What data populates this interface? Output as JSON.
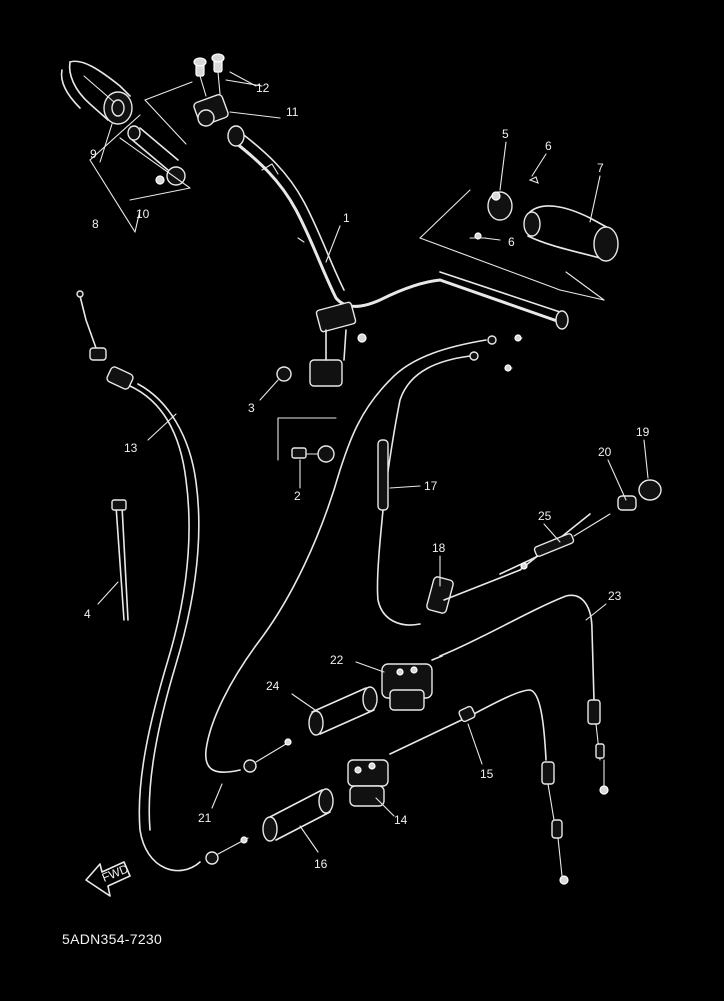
{
  "diagram": {
    "reference_code": "5ADN354-7230",
    "arrow_text": "FWD",
    "parts": [
      {
        "label": "1"
      },
      {
        "label": "2"
      },
      {
        "label": "3"
      },
      {
        "label": "4"
      },
      {
        "label": "5"
      },
      {
        "label": "6"
      },
      {
        "label": "6"
      },
      {
        "label": "7"
      },
      {
        "label": "8"
      },
      {
        "label": "9"
      },
      {
        "label": "10"
      },
      {
        "label": "11"
      },
      {
        "label": "12"
      },
      {
        "label": "13"
      },
      {
        "label": "14"
      },
      {
        "label": "15"
      },
      {
        "label": "16"
      },
      {
        "label": "17"
      },
      {
        "label": "18"
      },
      {
        "label": "19"
      },
      {
        "label": "20"
      },
      {
        "label": "21"
      },
      {
        "label": "22"
      },
      {
        "label": "23"
      },
      {
        "label": "24"
      },
      {
        "label": "25"
      }
    ]
  }
}
